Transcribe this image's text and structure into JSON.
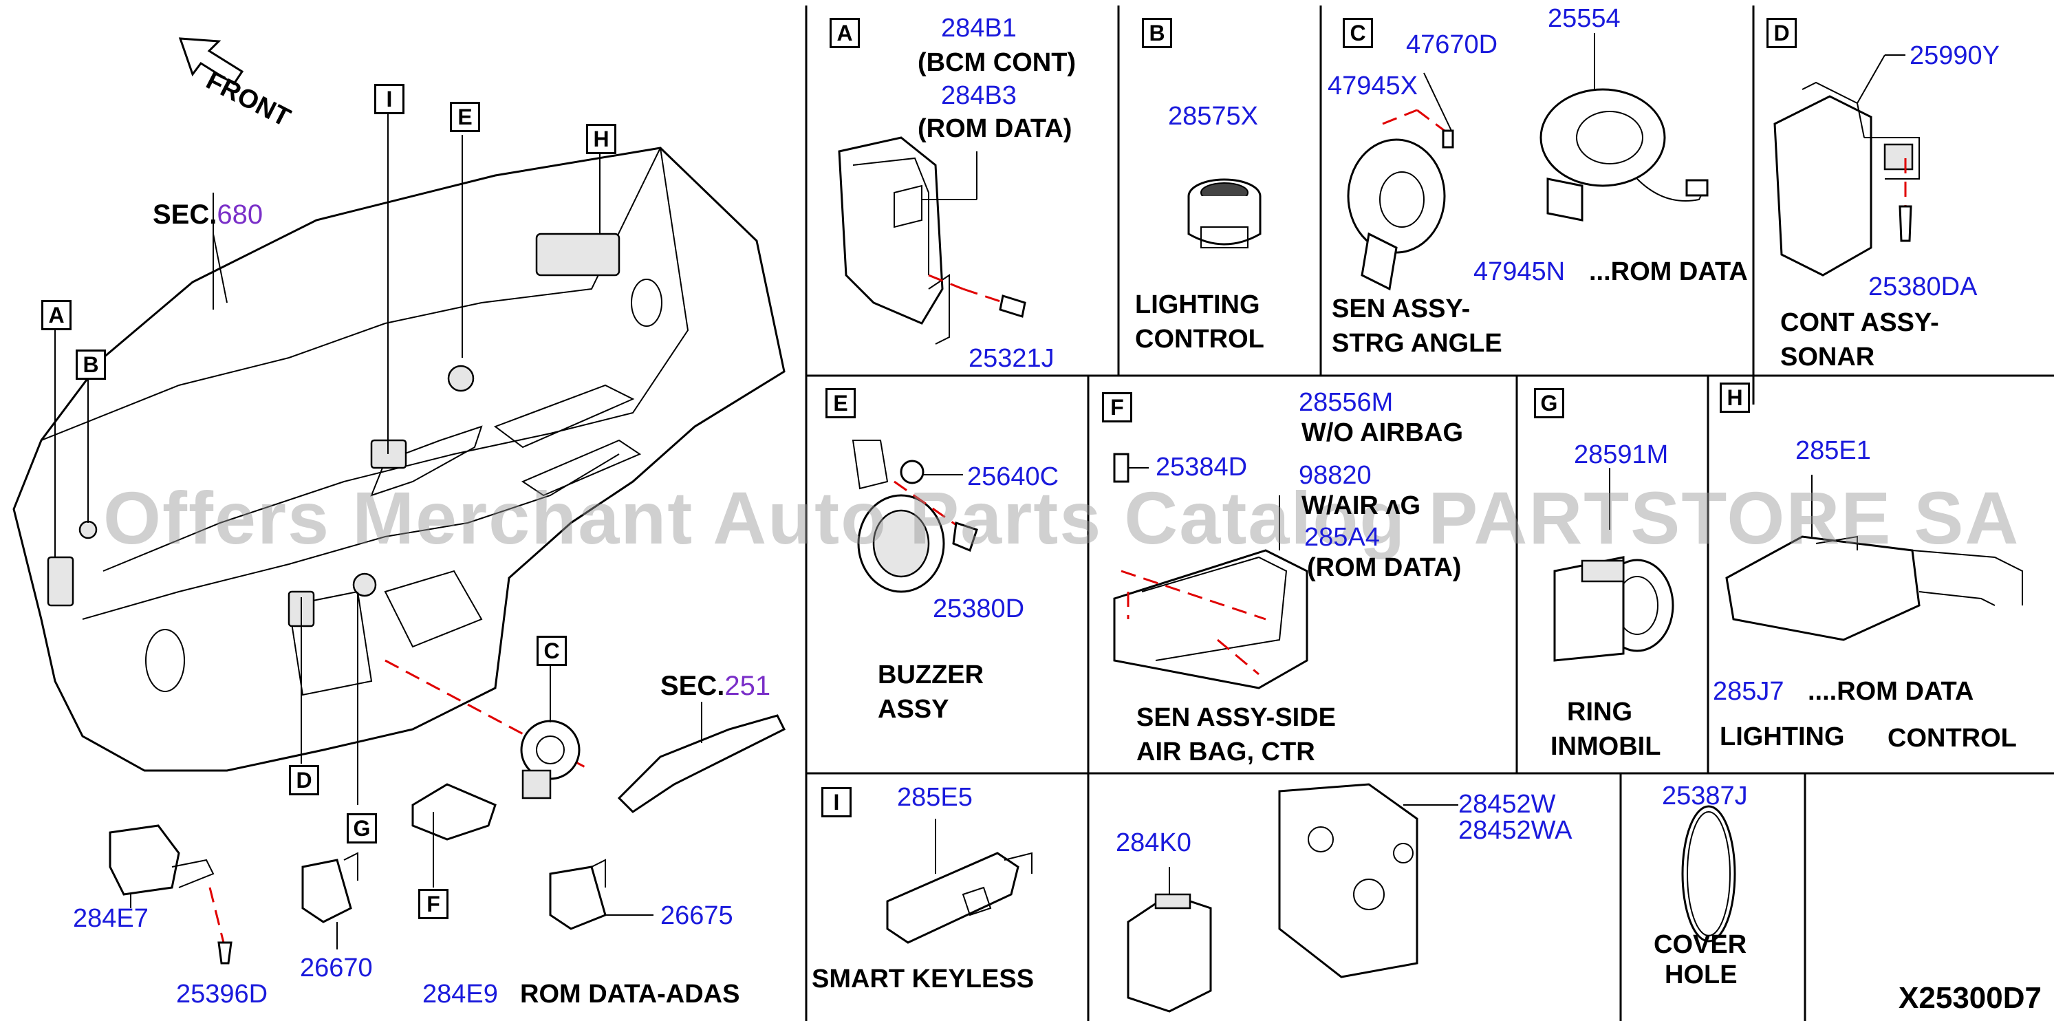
{
  "watermark": "Offers Merchant Auto Parts Catalog PARTSTORE SA",
  "diagram_id": "X25300D7",
  "overview": {
    "front_label": "FRONT",
    "sec_680": {
      "prefix": "SEC.",
      "num": "680"
    },
    "sec_251": {
      "prefix": "SEC.",
      "num": "251"
    },
    "letters": [
      "A",
      "B",
      "C",
      "D",
      "E",
      "F",
      "G",
      "H",
      "I"
    ],
    "parts": {
      "p284E7": "284E7",
      "p25396D": "25396D",
      "p26670": "26670",
      "p26675": "26675",
      "p284E9": "284E9",
      "rom_adas": "ROM DATA-ADAS"
    }
  },
  "panels": {
    "A": {
      "letter": "A",
      "p1": "284B1",
      "p1_note": "(BCM CONT)",
      "p2": "284B3",
      "p2_note": "(ROM DATA)",
      "p3": "25321J"
    },
    "B": {
      "letter": "B",
      "p1": "28575X",
      "name_l1": "LIGHTING",
      "name_l2": "CONTROL"
    },
    "C": {
      "letter": "C",
      "p1": "47670D",
      "p2": "25554",
      "p3": "47945X",
      "p4": "47945N",
      "rom": "...ROM DATA",
      "name_l1": "SEN ASSY-",
      "name_l2": "STRG ANGLE"
    },
    "D": {
      "letter": "D",
      "p1": "25990Y",
      "p2": "25380DA",
      "name_l1": "CONT ASSY-",
      "name_l2": "SONAR"
    },
    "E": {
      "letter": "E",
      "p1": "25640C",
      "p2": "25380D",
      "name_l1": "BUZZER",
      "name_l2": "ASSY"
    },
    "F": {
      "letter": "F",
      "p1": "28556M",
      "p1_note": "W/O AIRBAG",
      "p2": "25384D",
      "p3": "98820",
      "p3_note": "W/AIR ʌG",
      "p4": "285A4",
      "p4_note": "(ROM DATA)",
      "name_l1": "SEN ASSY-SIDE",
      "name_l2": "AIR BAG, CTR"
    },
    "G": {
      "letter": "G",
      "p1": "28591M",
      "name_l1": "RING",
      "name_l2": "INMOBIL"
    },
    "H": {
      "letter": "H",
      "p1": "285E1",
      "p2": "285J7",
      "rom": "....ROM DATA",
      "name_l1": "LIGHTING",
      "name_l2": "CONTROL"
    },
    "I": {
      "letter": "I",
      "p1": "285E5",
      "name": "SMART KEYLESS"
    },
    "mid": {
      "p1": "284K0",
      "p2": "28452W",
      "p3": "28452WA"
    },
    "cover": {
      "p1": "25387J",
      "name_l1": "COVER",
      "name_l2": "HOLE"
    }
  }
}
